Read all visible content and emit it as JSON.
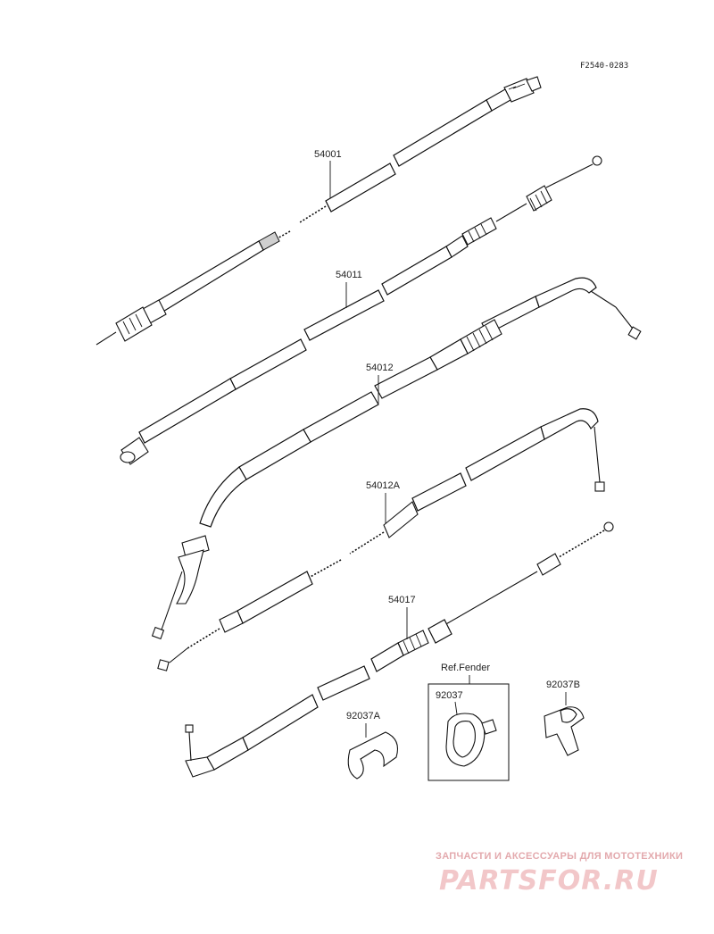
{
  "diagram": {
    "figure_code": "F2540-0283",
    "labels": {
      "p54001": "54001",
      "p54011": "54011",
      "p54012": "54012",
      "p54012a": "54012A",
      "p54017": "54017",
      "ref_fender": "Ref.Fender",
      "p92037": "92037",
      "p92037a": "92037A",
      "p92037b": "92037B"
    }
  },
  "watermark": {
    "top_line": "ЗАПЧАСТИ И АКСЕССУАРЫ ДЛЯ МОТОТЕХНИКИ",
    "brand": "PARTSFOR.RU"
  }
}
